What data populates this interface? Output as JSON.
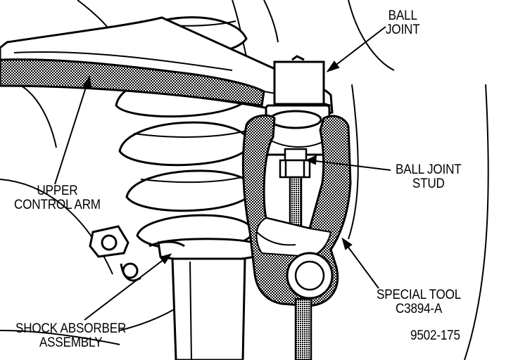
{
  "labels": {
    "ball_joint": [
      "BALL",
      "JOINT"
    ],
    "ball_joint_stud": [
      "BALL JOINT",
      "STUD"
    ],
    "upper_control_arm": [
      "UPPER",
      "CONTROL ARM"
    ],
    "special_tool": [
      "SPECIAL TOOL",
      "C3894-A"
    ],
    "shock_absorber": [
      "SHOCK ABSORBER",
      "ASSEMBLY"
    ],
    "figure_code": "9502-175"
  },
  "colors": {
    "ink": "#000000",
    "paper": "#ffffff",
    "shade": "#6e6e6e"
  }
}
